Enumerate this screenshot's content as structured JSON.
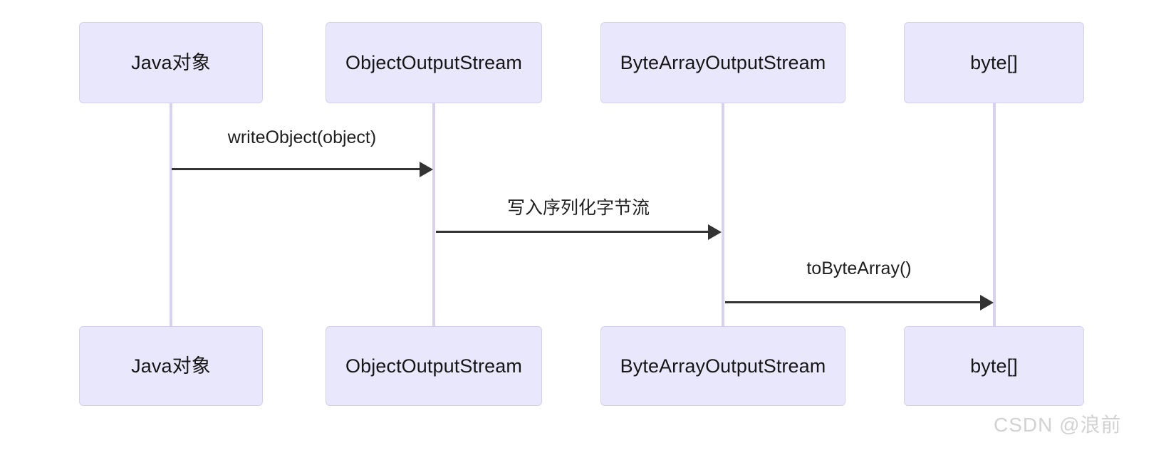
{
  "diagram": {
    "type": "sequence-diagram",
    "participants": [
      {
        "id": "java-object",
        "label": "Java对象"
      },
      {
        "id": "object-output-stream",
        "label": "ObjectOutputStream"
      },
      {
        "id": "byte-array-output-stream",
        "label": "ByteArrayOutputStream"
      },
      {
        "id": "byte-array",
        "label": "byte[]"
      }
    ],
    "messages": [
      {
        "id": "write-object",
        "label": "writeObject(object)",
        "from": "java-object",
        "to": "object-output-stream"
      },
      {
        "id": "write-serialized-bytes",
        "label": "写入序列化字节流",
        "from": "object-output-stream",
        "to": "byte-array-output-stream"
      },
      {
        "id": "to-byte-array",
        "label": "toByteArray()",
        "from": "byte-array-output-stream",
        "to": "byte-array"
      }
    ],
    "watermark": "CSDN @浪前",
    "colors": {
      "box_fill": "#e9e7fb",
      "box_border": "#d6d0f0",
      "lifeline": "#d8d2ee",
      "arrow": "#333333",
      "text": "#161616",
      "background": "#ffffff",
      "watermark": "#d2d2d2"
    }
  }
}
